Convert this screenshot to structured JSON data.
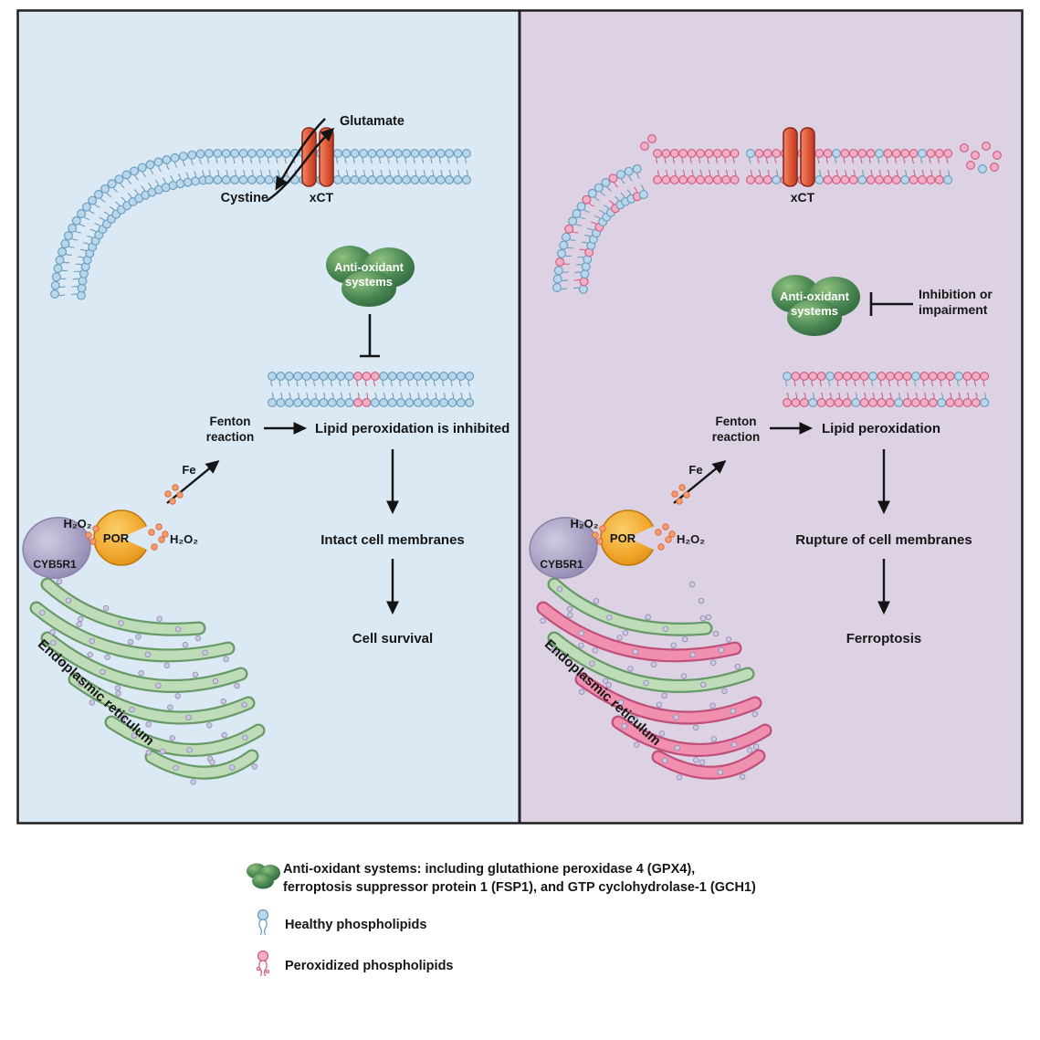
{
  "colors": {
    "left_bg": "#dbe9f4",
    "right_bg": "#dcd2e3",
    "healthy_fill": "#b9d6ea",
    "healthy_stroke": "#6d9fc0",
    "peroxidized_fill": "#f2afc4",
    "peroxidized_stroke": "#d06088",
    "antioxidant_green": "#4d8a55",
    "por_orange": "#f2a92f",
    "cyb5r1_purple": "#a9a1c4",
    "xct_red": "#e05a3a",
    "h2o2_dot": "#f49e72"
  },
  "left": {
    "glutamate": "Glutamate",
    "cystine": "Cystine",
    "xct": "xCT",
    "antioxidant_1": "Anti-oxidant",
    "antioxidant_2": "systems",
    "fenton_1": "Fenton",
    "fenton_2": "reaction",
    "fe": "Fe",
    "h2o2_left": "H₂O₂",
    "h2o2_right": "H₂O₂",
    "por": "POR",
    "cyb5r1": "CYB5R1",
    "lipid": "Lipid peroxidation is inhibited",
    "membranes": "Intact cell membranes",
    "outcome": "Cell survival",
    "er": "Endoplasmic reticulum"
  },
  "right": {
    "xct": "xCT",
    "antioxidant_1": "Anti-oxidant",
    "antioxidant_2": "systems",
    "inhibition_1": "Inhibition or",
    "inhibition_2": "impairment",
    "fenton_1": "Fenton",
    "fenton_2": "reaction",
    "fe": "Fe",
    "h2o2_left": "H₂O₂",
    "h2o2_right": "H₂O₂",
    "por": "POR",
    "cyb5r1": "CYB5R1",
    "lipid": "Lipid peroxidation",
    "membranes": "Rupture of cell membranes",
    "outcome": "Ferroptosis",
    "er": "Endoplasmic reticulum"
  },
  "legend": {
    "antioxidant_line1": "Anti-oxidant systems: including glutathione peroxidase 4 (GPX4),",
    "antioxidant_line2": "ferroptosis suppressor protein 1 (FSP1), and GTP cyclohydrolase-1 (GCH1)",
    "healthy": "Healthy phospholipids",
    "peroxidized": "Peroxidized phospholipids"
  }
}
